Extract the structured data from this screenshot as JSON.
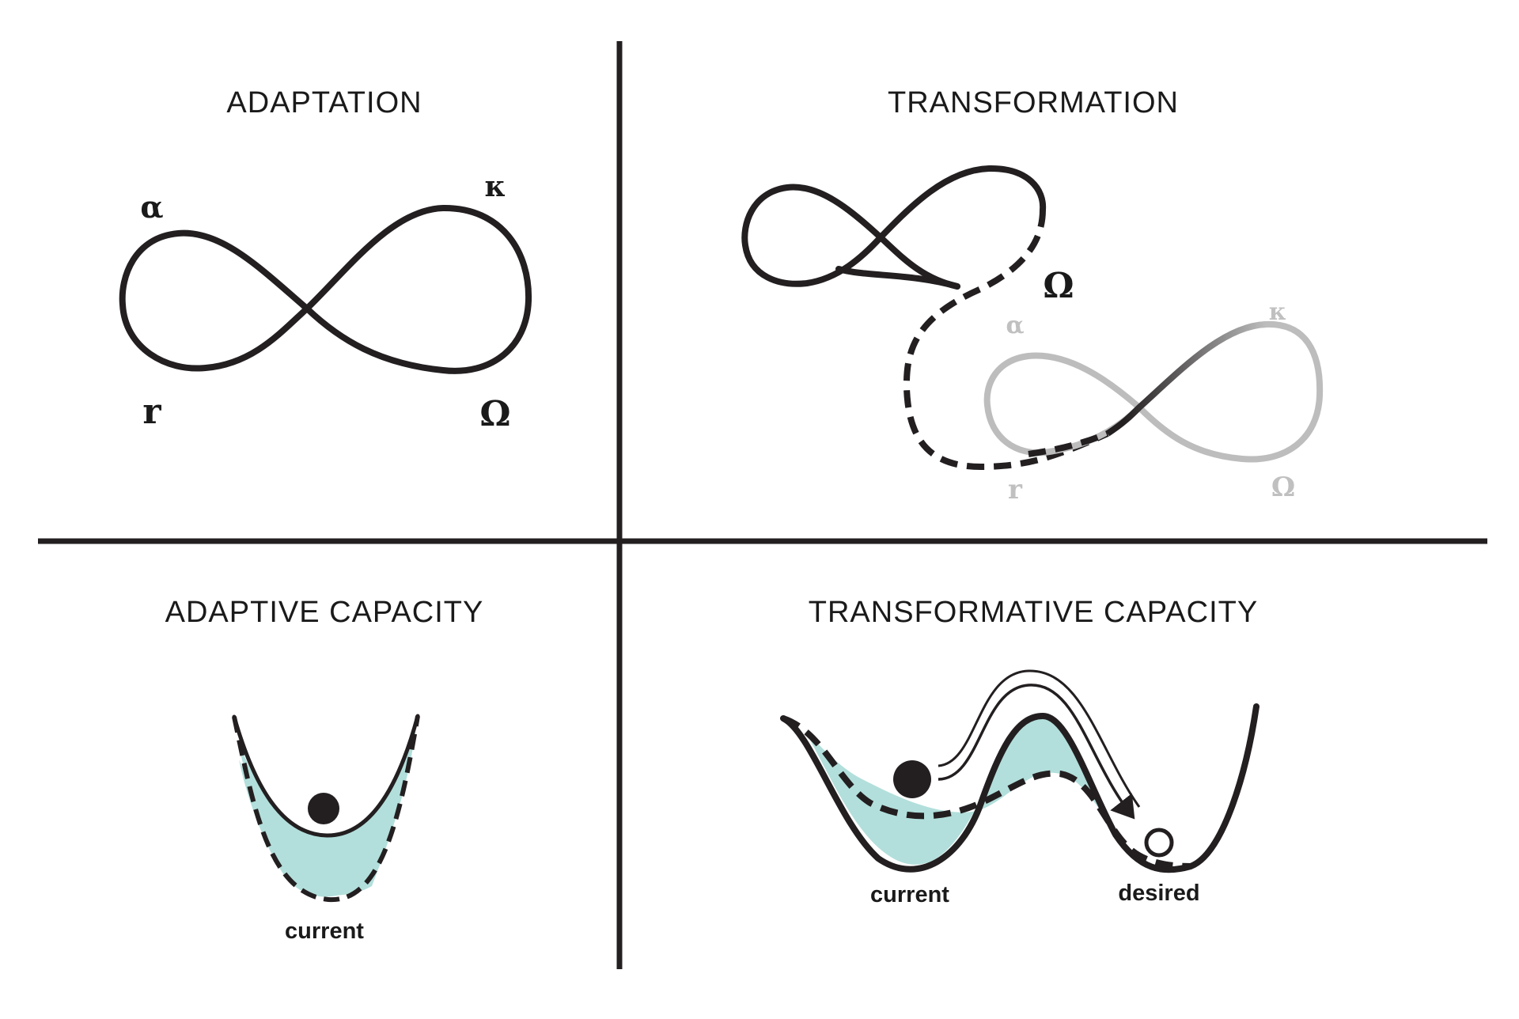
{
  "quadrants": {
    "adaptation": {
      "title": "ADAPTATION",
      "labels": {
        "alpha": "α",
        "kappa": "κ",
        "r": "r",
        "omega": "Ω"
      }
    },
    "transformation": {
      "title": "TRANSFORMATION",
      "labels_old": {
        "omega": "Ω"
      },
      "labels_new": {
        "alpha": "α",
        "kappa": "κ",
        "r": "r",
        "omega": "Ω"
      }
    },
    "adaptive_capacity": {
      "title": "ADAPTIVE CAPACITY",
      "caption": "current"
    },
    "transformative_capacity": {
      "title": "TRANSFORMATIVE CAPACITY",
      "caption_current": "current",
      "caption_desired": "desired"
    }
  },
  "colors": {
    "ink": "#231f20",
    "faded": "#bdbdbd",
    "basin_fill": "#b2dfdb",
    "background": "#ffffff"
  }
}
